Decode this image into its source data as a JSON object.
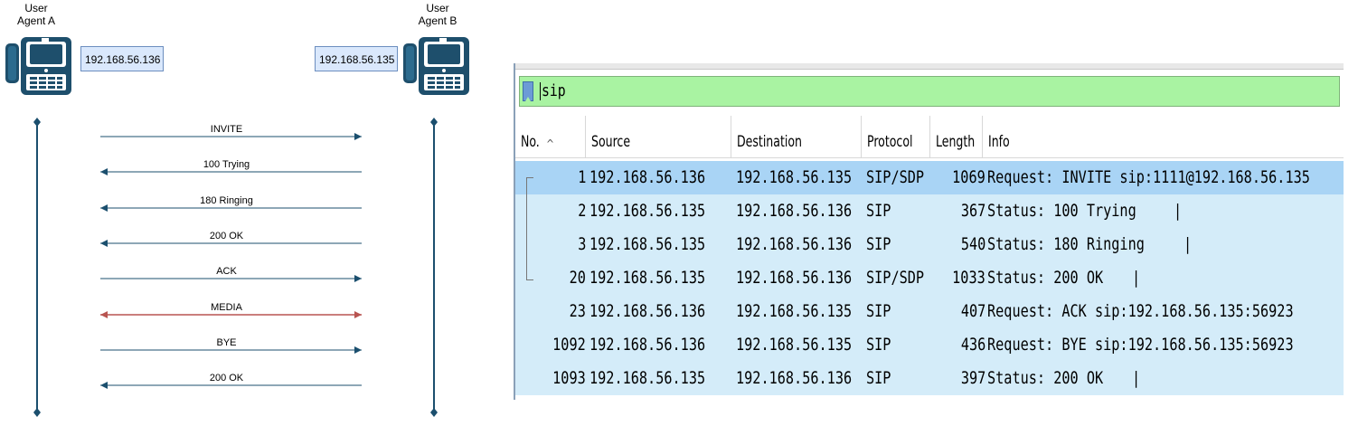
{
  "diagram": {
    "agent_a": {
      "label_line1": "User",
      "label_line2": "Agent A",
      "ip": "192.168.56.136"
    },
    "agent_b": {
      "label_line1": "User",
      "label_line2": "Agent B",
      "ip": "192.168.56.135"
    },
    "messages": [
      {
        "label": "INVITE",
        "direction": "a-to-b"
      },
      {
        "label": "100 Trying",
        "direction": "b-to-a"
      },
      {
        "label": "180 Ringing",
        "direction": "b-to-a"
      },
      {
        "label": "200 OK",
        "direction": "b-to-a"
      },
      {
        "label": "ACK",
        "direction": "a-to-b"
      },
      {
        "label": "MEDIA",
        "direction": "both"
      },
      {
        "label": "BYE",
        "direction": "a-to-b"
      },
      {
        "label": "200 OK",
        "direction": "b-to-a"
      }
    ],
    "colors": {
      "lifeline": "#1b4f6e",
      "arrow": "#1b4f6e",
      "media": "#b85450",
      "ip_fill": "#dae8fc",
      "ip_border": "#6c8ebf"
    }
  },
  "wireshark": {
    "filter": {
      "value": "sip",
      "color": "#a9f3a2"
    },
    "columns": [
      "No.",
      "Source",
      "Destination",
      "Protocol",
      "Length",
      "Info"
    ],
    "rows": [
      {
        "no": "1",
        "source": "192.168.56.136",
        "destination": "192.168.56.135",
        "protocol": "SIP/SDP",
        "length": "1069",
        "info": "Request: INVITE sip:1111@192.168.56.135",
        "selected": true
      },
      {
        "no": "2",
        "source": "192.168.56.135",
        "destination": "192.168.56.136",
        "protocol": "SIP",
        "length": "367",
        "info": "Status: 100 Trying",
        "selected": false
      },
      {
        "no": "3",
        "source": "192.168.56.135",
        "destination": "192.168.56.136",
        "protocol": "SIP",
        "length": "540",
        "info": "Status: 180 Ringing",
        "selected": false
      },
      {
        "no": "20",
        "source": "192.168.56.135",
        "destination": "192.168.56.136",
        "protocol": "SIP/SDP",
        "length": "1033",
        "info": "Status: 200 OK",
        "selected": false
      },
      {
        "no": "23",
        "source": "192.168.56.136",
        "destination": "192.168.56.135",
        "protocol": "SIP",
        "length": "407",
        "info": "Request: ACK sip:192.168.56.135:56923",
        "selected": false
      },
      {
        "no": "1092",
        "source": "192.168.56.136",
        "destination": "192.168.56.135",
        "protocol": "SIP",
        "length": "436",
        "info": "Request: BYE sip:192.168.56.135:56923",
        "selected": false
      },
      {
        "no": "1093",
        "source": "192.168.56.135",
        "destination": "192.168.56.136",
        "protocol": "SIP",
        "length": "397",
        "info": "Status: 200 OK",
        "selected": false
      }
    ],
    "colors": {
      "row": "#d4ecf9",
      "selected_row": "#a9d4f5"
    }
  }
}
